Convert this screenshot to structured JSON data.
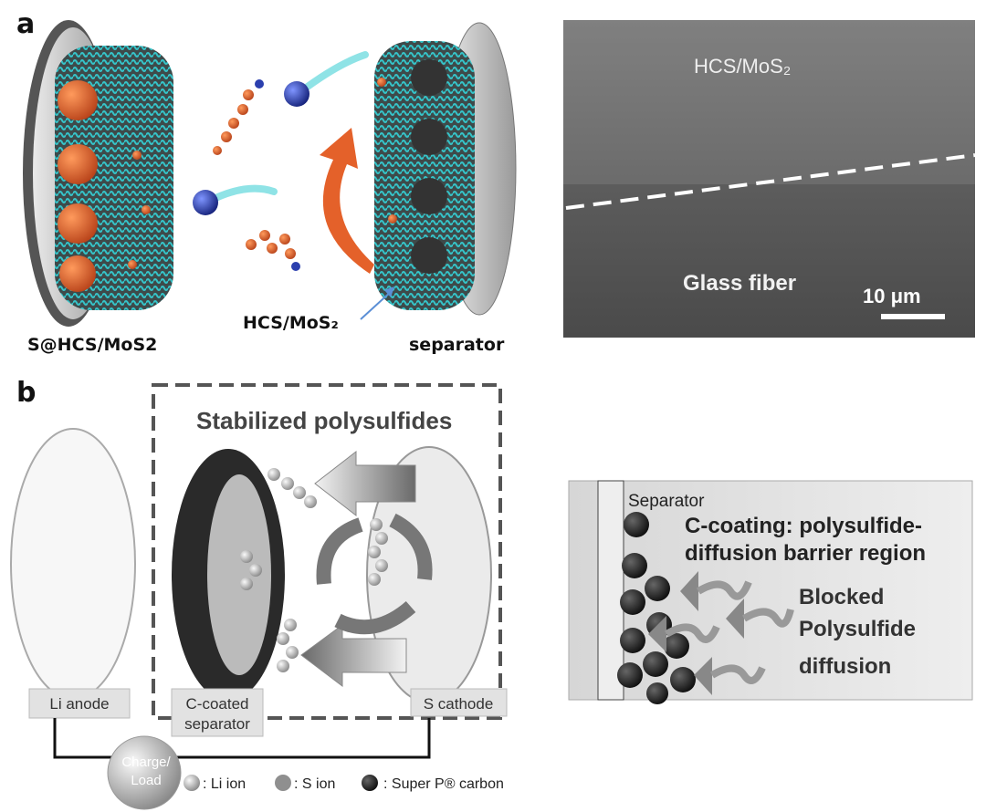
{
  "panel_a": {
    "letter": "a",
    "cathode_label": "S@HCS/MoS2",
    "coating_label": "HCS/MoS₂",
    "separator_label": "separator",
    "sem": {
      "top_label": "HCS/MoS₂",
      "bottom_label": "Glass fiber",
      "scale_bar": "10 μm"
    }
  },
  "panel_b": {
    "letter": "b",
    "title": "Stabilized polysulfides",
    "li_anode": "Li anode",
    "separator_line1": "C-coated",
    "separator_line2": "separator",
    "s_cathode": "S cathode",
    "load_line1": "Charge/",
    "load_line2": "Load",
    "legend": [
      {
        "label": ": Li ion",
        "color": "#c8c8c8"
      },
      {
        "label": ": S ion",
        "color": "#8f8f8f"
      },
      {
        "label": ": Super P® carbon",
        "color": "#1e1e1e"
      }
    ],
    "inset": {
      "separator": "Separator",
      "barrier_line1": "C-coating: polysulfide-",
      "barrier_line2": "diffusion barrier region",
      "blocked_line1": "Blocked",
      "blocked_line2": "Polysulfide",
      "blocked_line3": "diffusion"
    }
  },
  "colors": {
    "cyan": "#35c3c8",
    "orange": "#e4612a",
    "blue": "#2b3fae",
    "sem": "#5a5a5a"
  }
}
